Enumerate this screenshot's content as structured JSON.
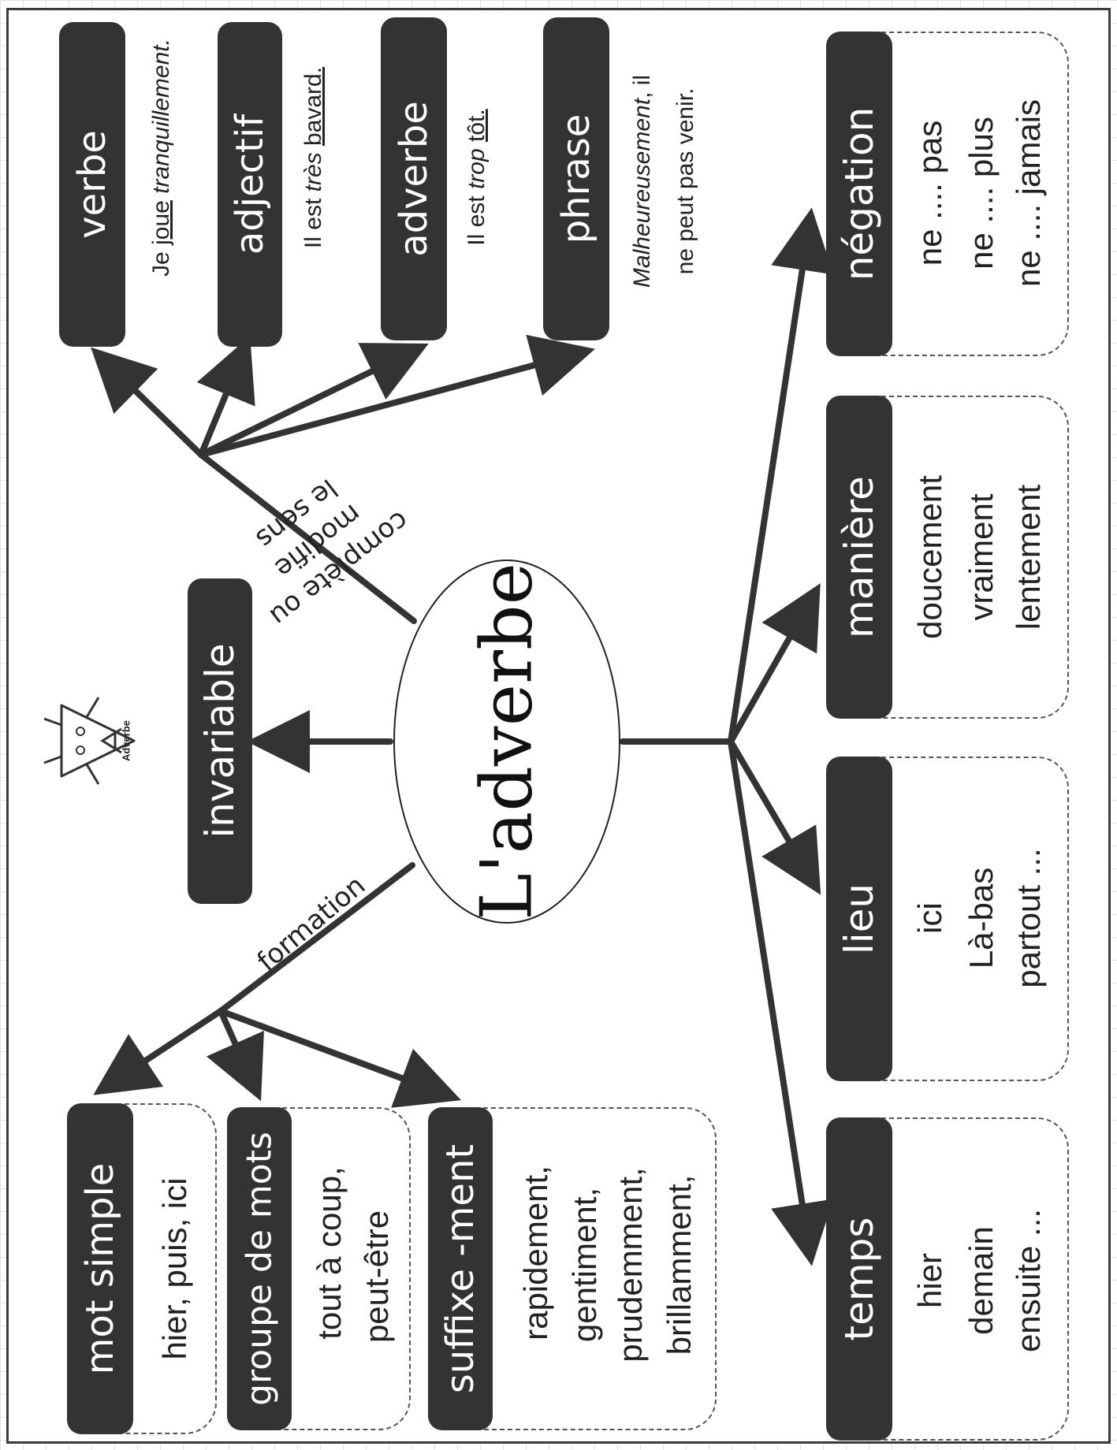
{
  "center": {
    "title": "L'adverbe"
  },
  "left": {
    "invariable": "invariable",
    "mascot_label": "Adverbe",
    "formation_label": "formation",
    "categories": [
      {
        "label": "mot simple",
        "examples": [
          "hier, puis, ici"
        ]
      },
      {
        "label": "groupe de mots",
        "examples": [
          "tout à coup,",
          "peut-être"
        ]
      },
      {
        "label": "suffixe -ment",
        "examples": [
          "rapidement,",
          "gentiment,",
          "prudemment,",
          "brillamment,"
        ]
      }
    ]
  },
  "top": {
    "branch_label_1": "complète ou",
    "branch_label_2": "modifie",
    "branch_label_3": "le sens",
    "targets": [
      {
        "label": "verbe",
        "example": {
          "p1": "Je ",
          "p2": "joue",
          "p3": " ",
          "p4": "tranquillement."
        }
      },
      {
        "label": "adjectif",
        "example": {
          "p1": "Il est ",
          "p2": "très",
          "p3": " ",
          "p4": "bavard."
        }
      },
      {
        "label": "adverbe",
        "example": {
          "p1": "Il est ",
          "p2": "trop",
          "p3": " ",
          "p4": "tôt."
        }
      },
      {
        "label": "phrase",
        "example": {
          "line1_em": "Malheureusement",
          "line1": ", il",
          "line2": "ne peut pas venir."
        }
      }
    ]
  },
  "bottom": {
    "types": [
      {
        "label": "temps",
        "words": [
          "hier",
          "demain",
          "ensuite ..."
        ]
      },
      {
        "label": "lieu",
        "words": [
          "ici",
          "Là-bas",
          "partout ..."
        ]
      },
      {
        "label": "manière",
        "words": [
          "doucement",
          "vraiment",
          "lentement"
        ]
      },
      {
        "label": "négation",
        "words": [
          "ne .... pas",
          "ne .... plus",
          "ne .... jamais"
        ]
      }
    ]
  }
}
